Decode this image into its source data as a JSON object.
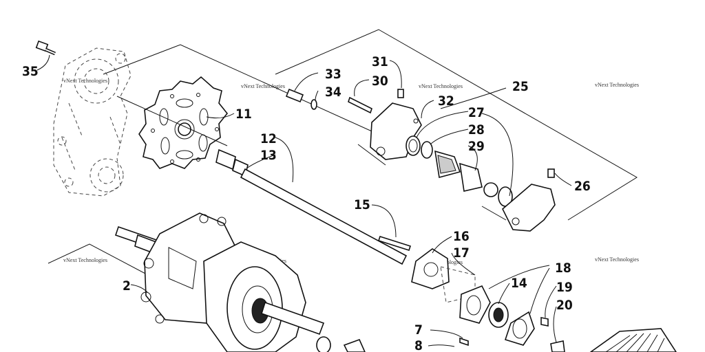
{
  "callouts": {
    "c2": "2",
    "c7": "7",
    "c8": "8",
    "c11": "11",
    "c12": "12",
    "c13": "13",
    "c14": "14",
    "c15": "15",
    "c16": "16",
    "c17": "17",
    "c18": "18",
    "c19": "19",
    "c20": "20",
    "c25": "25",
    "c26": "26",
    "c27": "27",
    "c28": "28",
    "c29": "29",
    "c30": "30",
    "c31": "31",
    "c32": "32",
    "c33": "33",
    "c34": "34",
    "c35": "35"
  },
  "watermark": "vNext Technologies"
}
